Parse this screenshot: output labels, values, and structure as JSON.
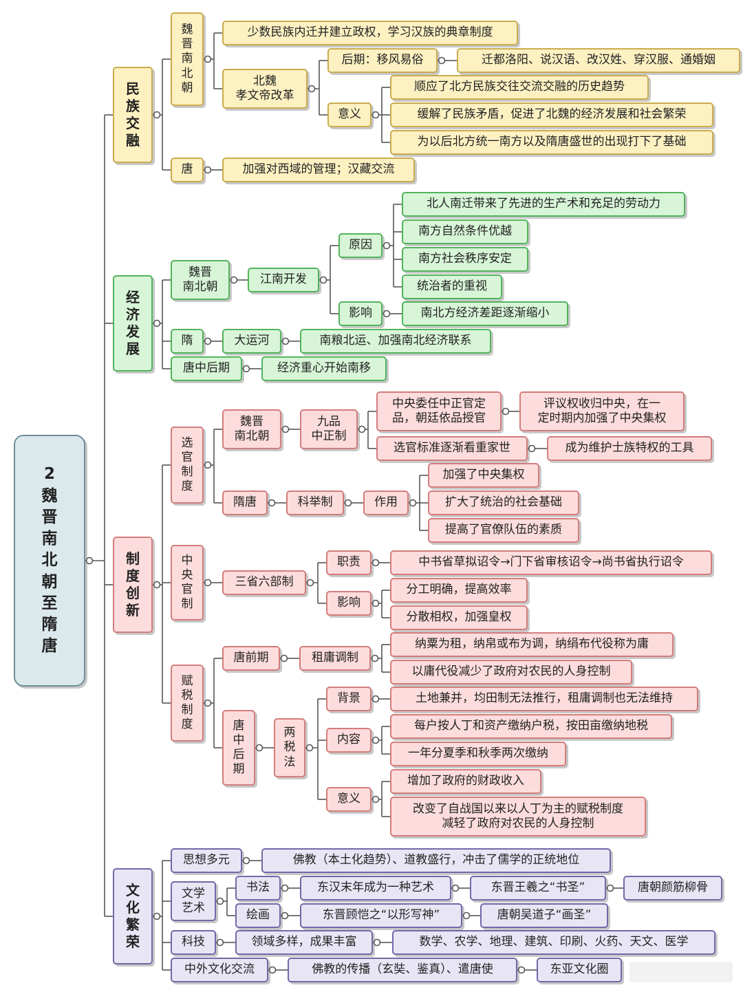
{
  "title": "2\n魏\n晋\n南\n北\n朝\n至\n隋\n唐",
  "sections": {
    "minzu": {
      "label": "民\n族\n交\n融",
      "wjnbc": "魏\n晋\n南\n北\n朝",
      "shaoshu": "少数民族内迁并建立政权，学习汉族的典章制度",
      "beiwei": "北魏\n孝文帝改革",
      "houqi": "后期：移风易俗",
      "qiandu": "迁都洛阳、说汉语、改汉姓、穿汉服、通婚姻",
      "yiyi": "意义",
      "yiyi_items": [
        "顺应了北方民族交往交流交融的历史趋势",
        "缓解了民族矛盾，促进了北魏的经济发展和社会繁荣",
        "为以后北方统一南方以及隋唐盛世的出现打下了基础"
      ],
      "tang": "唐",
      "tang_detail": "加强对西域的管理；汉藏交流"
    },
    "jingji": {
      "label": "经\n济\n发\n展",
      "wjnbc": "魏晋\n南北朝",
      "jiangnan": "江南开发",
      "yuanyin": "原因",
      "yuanyin_items": [
        "北人南迁带来了先进的生产术和充足的劳动力",
        "南方自然条件优越",
        "南方社会秩序安定",
        "统治者的重视"
      ],
      "yingxiang": "影响",
      "yingxiang_detail": "南北方经济差距逐渐缩小",
      "sui": "隋",
      "dayunhe": "大运河",
      "dayunhe_detail": "南粮北运、加强南北经济联系",
      "tangzhonghou": "唐中后期",
      "zhongxin": "经济重心开始南移"
    },
    "zhidu": {
      "label": "制\n度\n创\n新",
      "xuanguan": "选\n官\n制\n度",
      "wjnbc": "魏晋\n南北朝",
      "jiupin": "九品\n中正制",
      "zhongyang_weiren": "中央委任中正官定\n品，朝廷依品授官",
      "pingyi": "评议权收归中央，在一\n定时期内加强了中央集权",
      "biaozhun": "选官标准逐渐看重家世",
      "gongju": "成为维护士族特权的工具",
      "suitang": "隋唐",
      "keju": "科举制",
      "zuoyong": "作用",
      "zuoyong_items": [
        "加强了中央集权",
        "扩大了统治的社会基础",
        "提高了官僚队伍的素质"
      ],
      "zhongyangguanzhi": "中\n央\n官\n制",
      "sansheng": "三省六部制",
      "zhize": "职责",
      "zhize_detail": "中书省草拟诏令→门下省审核诏令→尚书省执行诏令",
      "yingxiang": "影响",
      "yingxiang_items": [
        "分工明确，提高效率",
        "分散相权，加强皇权"
      ],
      "fushui": "赋\n税\n制\n度",
      "tangqianqi": "唐前期",
      "zuyongdiao": "租庸调制",
      "zyd_items": [
        "纳粟为租，纳帛或布为调，纳绢布代役称为庸",
        "以庸代役减少了政府对农民的人身控制"
      ],
      "tangzhonghouqi": "唐\n中\n后\n期",
      "liangshui": "两\n税\n法",
      "beijing": "背景",
      "beijing_detail": "土地兼并，均田制无法推行，租庸调制也无法维持",
      "neirong": "内容",
      "neirong_items": [
        "每户按人丁和资产缴纳户税，按田亩缴纳地税",
        "一年分夏季和秋季两次缴纳"
      ],
      "yiyi": "意义",
      "yiyi_items": [
        "增加了政府的财政收入",
        "改变了自战国以来以人丁为主的赋税制度\n减轻了政府对农民的人身控制"
      ]
    },
    "wenhua": {
      "label": "文\n化\n繁\n荣",
      "sixiang": "思想多元",
      "sixiang_detail": "佛教（本土化趋势）、道教盛行，冲击了儒学的正统地位",
      "wenxue": "文学\n艺术",
      "shufa": "书法",
      "shufa_1": "东汉末年成为一种艺术",
      "shufa_2": "东晋王羲之“书圣”",
      "shufa_3": "唐朝颜筋柳骨",
      "huihua": "绘画",
      "huihua_1": "东晋顾恺之“以形写神”",
      "huihua_2": "唐朝吴道子“画圣”",
      "keji": "科技",
      "keji_1": "领域多样，成果丰富",
      "keji_2": "数学、农学、地理、建筑、印刷、火药、天文、医学",
      "zhongwai": "中外文化交流",
      "zhongwai_1": "佛教的传播（玄奘、鉴真）、遣唐使",
      "zhongwai_2": "东亚文化圈"
    }
  },
  "colors": {
    "line": "#555555",
    "yellow": "#fdf1c2",
    "green": "#d8f5d8",
    "pink": "#fcdcdc",
    "blue": "#e8e6f5"
  }
}
